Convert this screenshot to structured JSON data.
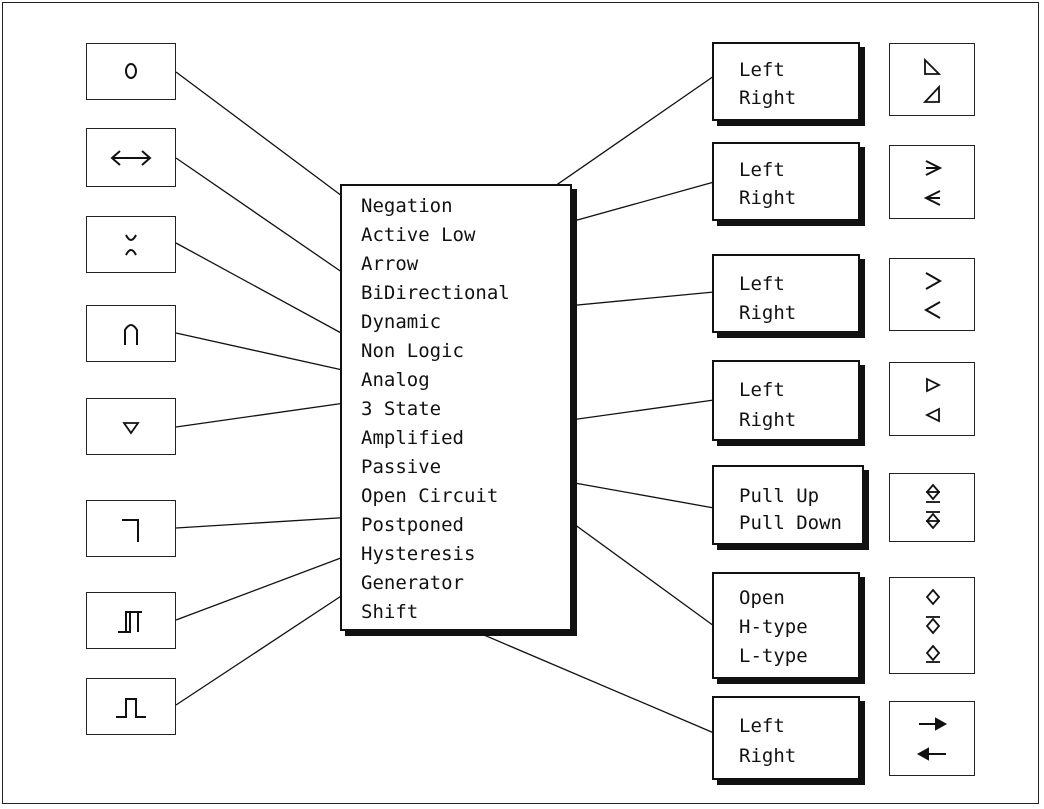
{
  "menu": {
    "items": [
      "Negation",
      "Active Low",
      "Arrow",
      "BiDirectional",
      "Dynamic",
      "Non Logic",
      "Analog",
      "3 State",
      "Amplified",
      "Passive",
      "Open Circuit",
      "Postponed",
      "Hysteresis",
      "Generator",
      "Shift"
    ]
  },
  "left_symbols": [
    "negation-circle-icon",
    "bidirectional-diamond-arrow-icon",
    "non-logic-x-icon",
    "analog-arch-icon",
    "three-state-triangle-icon",
    "postponed-corner-icon",
    "hysteresis-loop-icon",
    "generator-pulse-icon"
  ],
  "option_panels": [
    {
      "options": [
        "Left",
        "Right"
      ],
      "symbols": [
        "active-low-right-triangle-icon",
        "active-low-left-triangle-icon"
      ]
    },
    {
      "options": [
        "Left",
        "Right"
      ],
      "symbols": [
        "arrow-right-icon",
        "arrow-left-icon"
      ]
    },
    {
      "options": [
        "Left",
        "Right"
      ],
      "symbols": [
        "dynamic-right-chevron-icon",
        "dynamic-left-chevron-icon"
      ]
    },
    {
      "options": [
        "Left",
        "Right"
      ],
      "symbols": [
        "amplified-right-triangle-icon",
        "amplified-left-triangle-icon"
      ]
    },
    {
      "options": [
        "Pull Up",
        "Pull Down"
      ],
      "symbols": [
        "pull-up-diamond-icon",
        "pull-down-diamond-icon"
      ]
    },
    {
      "options": [
        "Open",
        "H-type",
        "L-type"
      ],
      "symbols": [
        "open-diamond-icon",
        "h-type-diamond-icon",
        "l-type-diamond-icon"
      ]
    },
    {
      "options": [
        "Left",
        "Right"
      ],
      "symbols": [
        "shift-right-arrow-icon",
        "shift-left-arrow-icon"
      ]
    }
  ],
  "colors": {
    "ink": "#111111",
    "background": "#ffffff"
  }
}
